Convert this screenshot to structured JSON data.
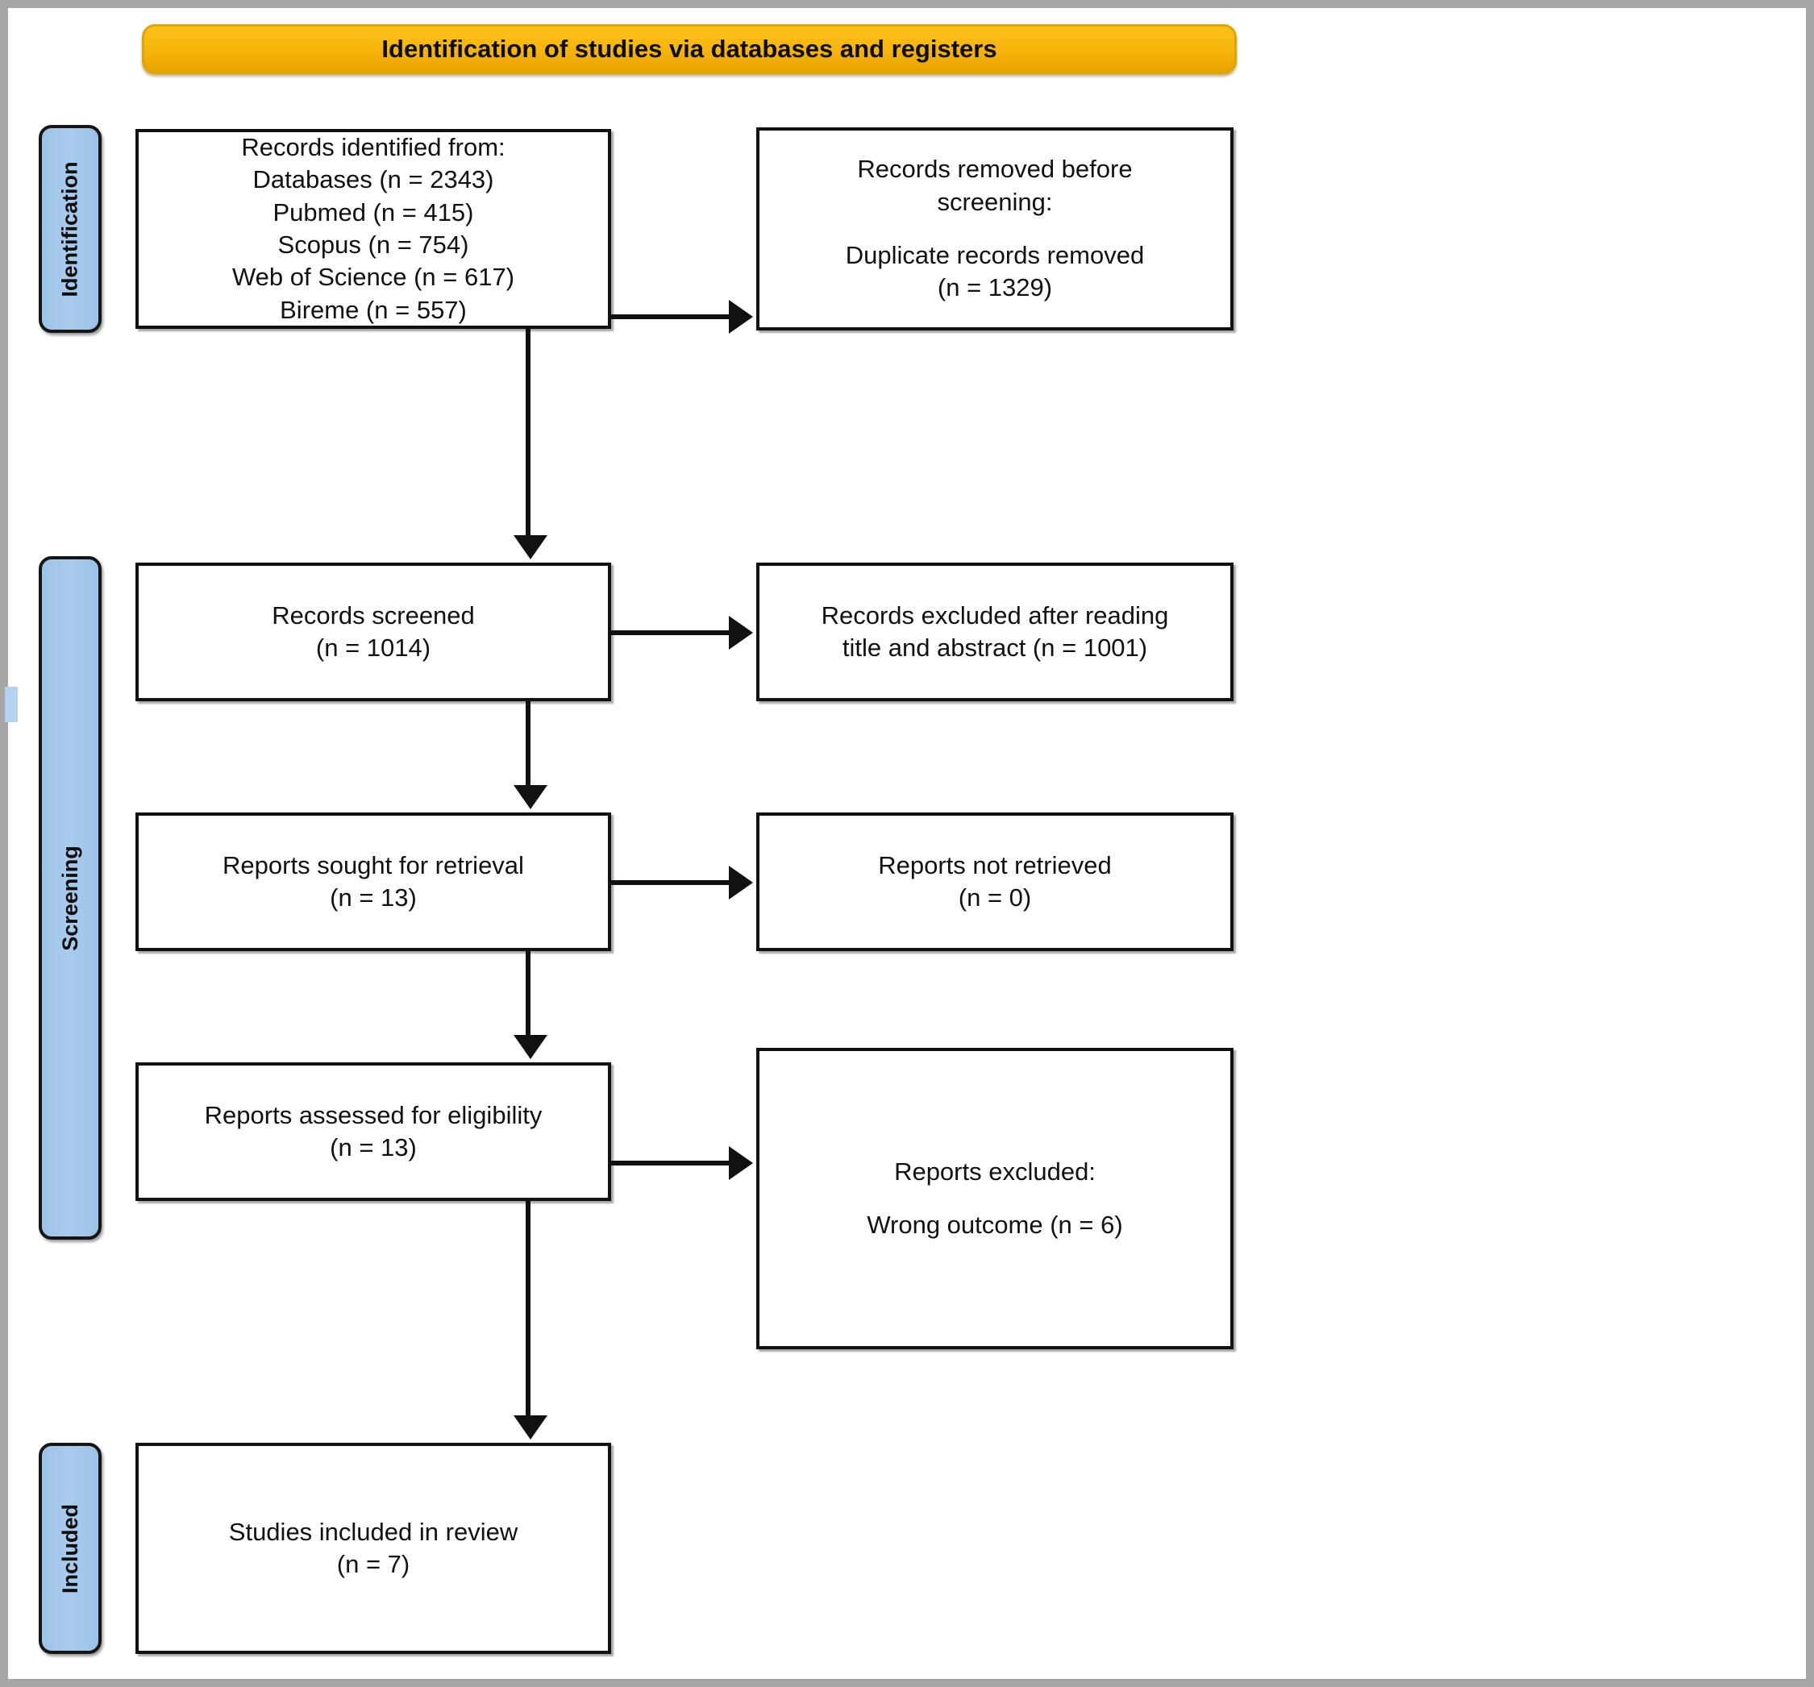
{
  "banner": {
    "title": "Identification of studies via databases and registers",
    "color": "#F6B40A"
  },
  "stages": {
    "identification": "Identification",
    "screening": "Screening",
    "included": "Included",
    "color": "#A9CBEC"
  },
  "boxes": {
    "identified": {
      "heading": "Records identified from:",
      "lines": [
        "Databases (n = 2343)",
        "Pubmed (n = 415)",
        "Scopus (n = 754)",
        "Web of Science (n = 617)",
        "Bireme (n = 557)"
      ]
    },
    "removed": {
      "line1": "Records removed before",
      "line2": "screening:",
      "line3": "Duplicate records removed",
      "line4": "(n = 1329)"
    },
    "screened": {
      "line1": "Records screened",
      "line2": "(n = 1014)"
    },
    "excluded_screening": {
      "line1": "Records excluded after reading",
      "line2": "title and abstract (n = 1001)"
    },
    "sought": {
      "line1": "Reports sought for retrieval",
      "line2": "(n = 13)"
    },
    "not_retrieved": {
      "line1": "Reports not retrieved",
      "line2": "(n = 0)"
    },
    "assessed": {
      "line1": "Reports assessed for eligibility",
      "line2": "(n = 13)"
    },
    "excluded_reports": {
      "line1": "Reports excluded:",
      "line2": "Wrong outcome (n = 6)"
    },
    "included": {
      "line1": "Studies included in review",
      "line2": "(n = 7)"
    }
  }
}
